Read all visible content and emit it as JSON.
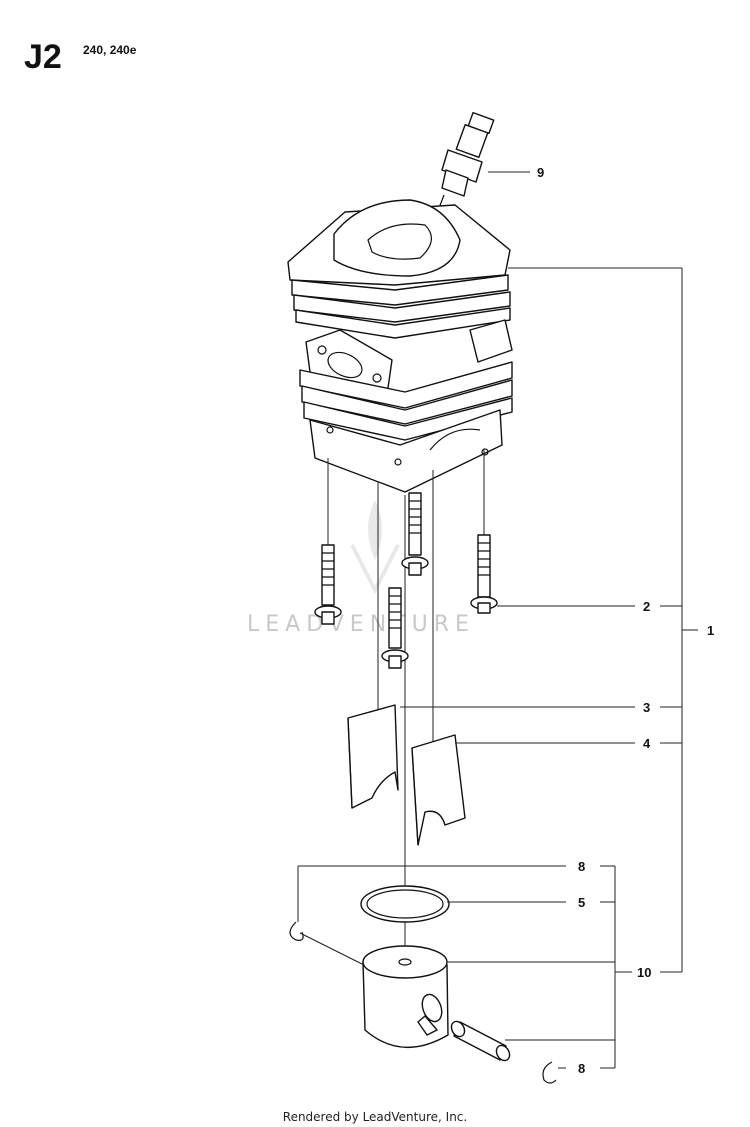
{
  "header": {
    "diagram_code": "J2",
    "models": "240, 240e"
  },
  "watermark": "LEADVENTURE",
  "footer": "Rendered by LeadVenture, Inc.",
  "callouts": [
    "9",
    "2",
    "1",
    "3",
    "4",
    "8",
    "5",
    "10",
    "8"
  ],
  "colors": {
    "line": "#111111",
    "background": "#ffffff",
    "watermark": "#c8c8c8"
  }
}
